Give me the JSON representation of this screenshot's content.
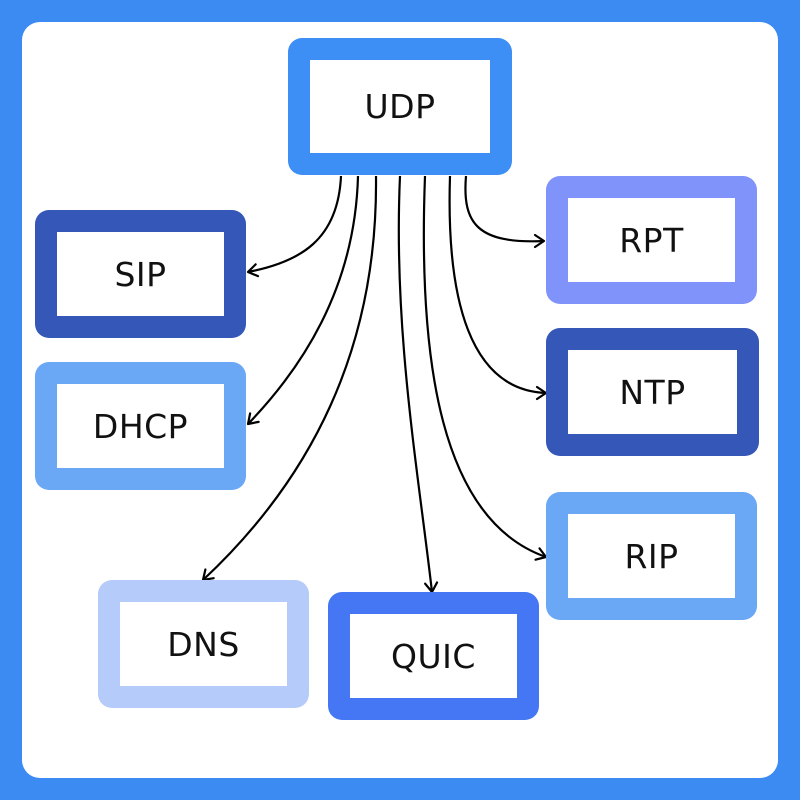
{
  "diagram": {
    "colors": {
      "background": "#3b8bf2",
      "panel": "#ffffff",
      "arrow": "#000000"
    },
    "root": {
      "label": "UDP",
      "color": "#3d8ef5"
    },
    "children": [
      {
        "id": "sip",
        "label": "SIP",
        "color": "#3557b8"
      },
      {
        "id": "dhcp",
        "label": "DHCP",
        "color": "#6aa7f5"
      },
      {
        "id": "dns",
        "label": "DNS",
        "color": "#b5cbfa"
      },
      {
        "id": "quic",
        "label": "QUIC",
        "color": "#4577f4"
      },
      {
        "id": "rpt",
        "label": "RPT",
        "color": "#8093fb"
      },
      {
        "id": "ntp",
        "label": "NTP",
        "color": "#3557b8"
      },
      {
        "id": "rip",
        "label": "RIP",
        "color": "#6aa7f5"
      }
    ]
  }
}
